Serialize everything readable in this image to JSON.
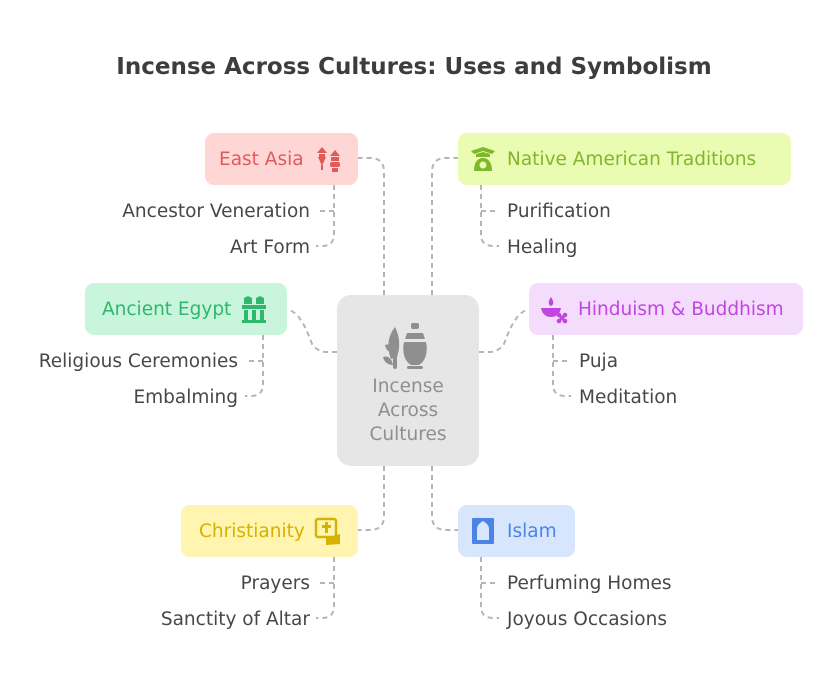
{
  "title": "Incense Across Cultures: Uses and Symbolism",
  "center": {
    "label": "Incense\nAcross\nCultures",
    "icon": "incense-icon"
  },
  "branches": {
    "east_asia": {
      "label": "East Asia",
      "icon": "lanterns-icon",
      "bg": "#ffd6d6",
      "color": "#e05a5a",
      "items": [
        "Ancestor Veneration",
        "Art Form"
      ]
    },
    "egypt": {
      "label": "Ancient Egypt",
      "icon": "egyptian-temple-icon",
      "bg": "#c8f5dc",
      "color": "#2fb86c",
      "items": [
        "Religious Ceremonies",
        "Embalming"
      ]
    },
    "christianity": {
      "label": "Christianity",
      "icon": "bible-cross-icon",
      "bg": "#fff4b0",
      "color": "#d4b200",
      "items": [
        "Prayers",
        "Sanctity of Altar"
      ]
    },
    "native": {
      "label": "Native American Traditions",
      "icon": "native-totem-icon",
      "bg": "#e9fcb2",
      "color": "#7fb82a",
      "items": [
        "Purification",
        "Healing"
      ]
    },
    "hindu": {
      "label": "Hinduism & Buddhism",
      "icon": "diya-lotus-icon",
      "bg": "#f4dcfc",
      "color": "#c146e0",
      "items": [
        "Puja",
        "Meditation"
      ]
    },
    "islam": {
      "label": "Islam",
      "icon": "prayer-rug-icon",
      "bg": "#d8e6fd",
      "color": "#4c84e6",
      "items": [
        "Perfuming Homes",
        "Joyous Occasions"
      ]
    }
  }
}
